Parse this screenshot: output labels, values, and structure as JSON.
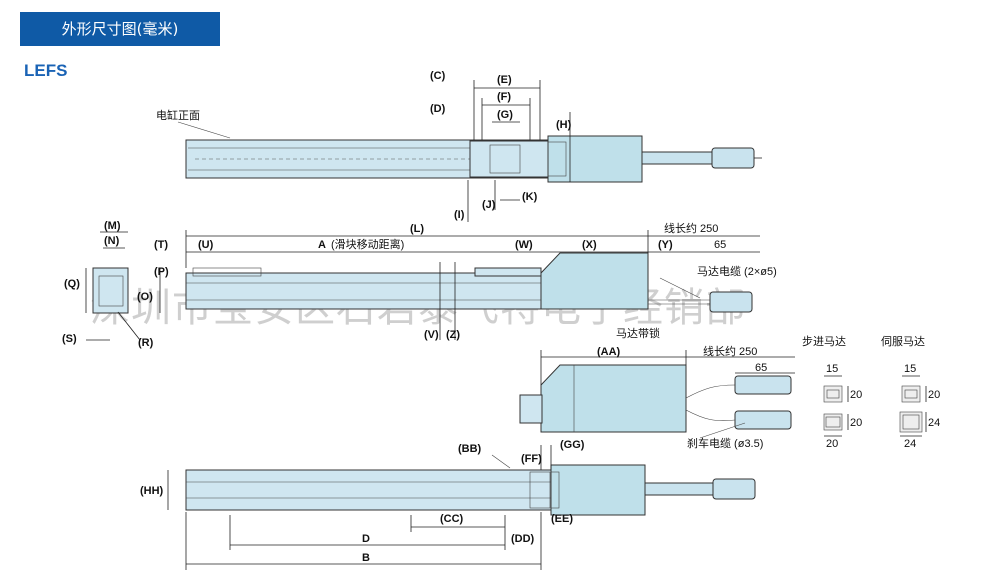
{
  "header": {
    "title": "外形尺寸图(毫米)",
    "model": "LEFS"
  },
  "watermark": "深圳市宝安区石岩泰飞特电子经销部",
  "labels": {
    "front_face": "电缸正面",
    "stroke": "(滑块移动距离)",
    "cable_len": "线长约 250",
    "motor_cable": "马达电缆 (2×ø5)",
    "motor_with_lock": "马达带锁",
    "brake_cable": "刹车电缆 (ø3.5)",
    "stepper_motor": "步进马达",
    "servo_motor": "伺服马达"
  },
  "dims": {
    "C": "(C)",
    "D": "(D)",
    "E": "(E)",
    "F": "(F)",
    "G": "(G)",
    "H": "(H)",
    "I": "(I)",
    "J": "(J)",
    "K": "(K)",
    "L": "(L)",
    "M": "(M)",
    "N": "(N)",
    "T": "(T)",
    "U": "(U)",
    "A": "A",
    "W": "(W)",
    "X": "(X)",
    "Y": "(Y)",
    "Q": "(Q)",
    "O": "(O)",
    "P": "(P)",
    "S": "(S)",
    "R": "(R)",
    "V": "(V)",
    "Z": "(Z)",
    "AA": "(AA)",
    "BB": "(BB)",
    "FF": "(FF)",
    "GG": "(GG)",
    "HH": "(HH)",
    "CC": "(CC)",
    "DD": "(DD)",
    "EE": "(EE)",
    "Db": "D",
    "B": "B"
  },
  "numbers": {
    "n65a": "65",
    "n65b": "65",
    "st15": "15",
    "st20a": "20",
    "st20b": "20",
    "st20c": "20",
    "sv15": "15",
    "sv20": "20",
    "sv24a": "24",
    "sv24b": "24"
  }
}
